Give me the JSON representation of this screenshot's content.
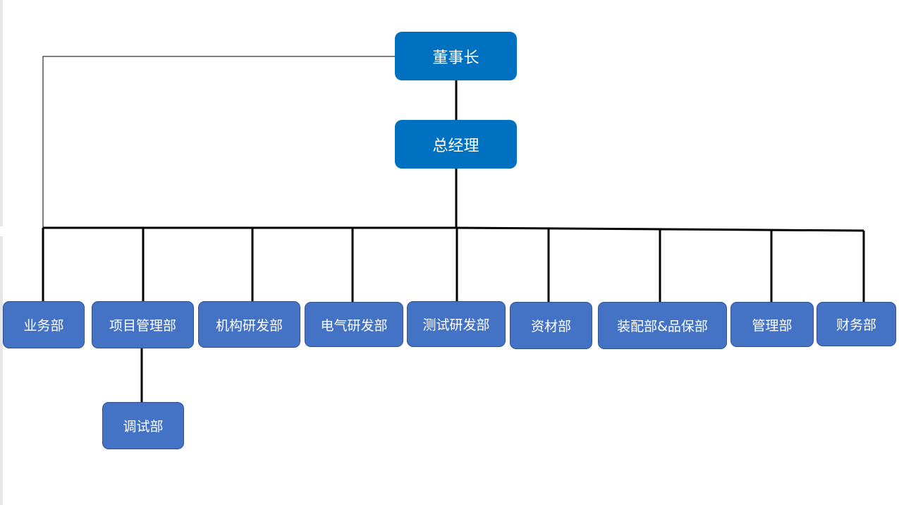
{
  "org_chart": {
    "chairman": {
      "label": "董事长"
    },
    "general_manager": {
      "label": "总经理"
    },
    "departments": [
      {
        "label": "业务部"
      },
      {
        "label": "项目管理部"
      },
      {
        "label": "机构研发部"
      },
      {
        "label": "电气研发部"
      },
      {
        "label": "测试研发部"
      },
      {
        "label": "资材部"
      },
      {
        "label": "装配部&品保部"
      },
      {
        "label": "管理部"
      },
      {
        "label": "财务部"
      }
    ],
    "sub_departments": [
      {
        "label": "调试部",
        "parent": "项目管理部"
      }
    ]
  },
  "colors": {
    "executive_fill": "#0070c0",
    "department_fill": "#4472c4",
    "department_border": "#2f528f",
    "connector": "#000000",
    "text": "#ffffff"
  }
}
